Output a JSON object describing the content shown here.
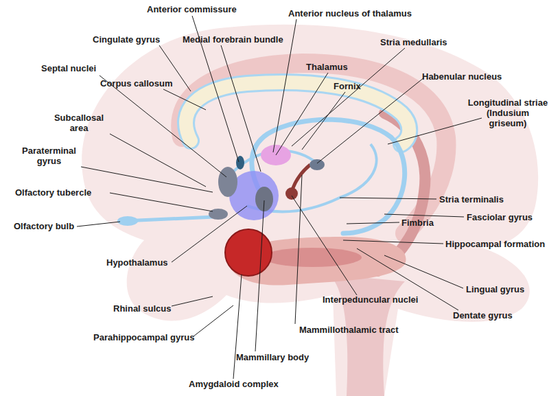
{
  "diagram": {
    "labels": [
      "Anterior commissure",
      "Anterior nucleus of thalamus",
      "Cingulate gyrus",
      "Medial forebrain bundle",
      "Stria medullaris",
      "Septal nuclei",
      "Thalamus",
      "Habenular nucleus",
      "Corpus callosum",
      "Fornix",
      "Longitudinal striae (Indusium griseum)",
      "Subcallosal area",
      "Paraterminal gyrus",
      "Olfactory tubercle",
      "Stria terminalis",
      "Olfactory bulb",
      "Fasciolar gyrus",
      "Fimbria",
      "Hippocampal formation",
      "Hypothalamus",
      "Lingual gyrus",
      "Rhinal sulcus",
      "Interpeduncular nuclei",
      "Dentate gyrus",
      "Parahippocampal gyrus",
      "Mammillothalamic tract",
      "Mammillary body",
      "Amygdaloid complex"
    ]
  }
}
